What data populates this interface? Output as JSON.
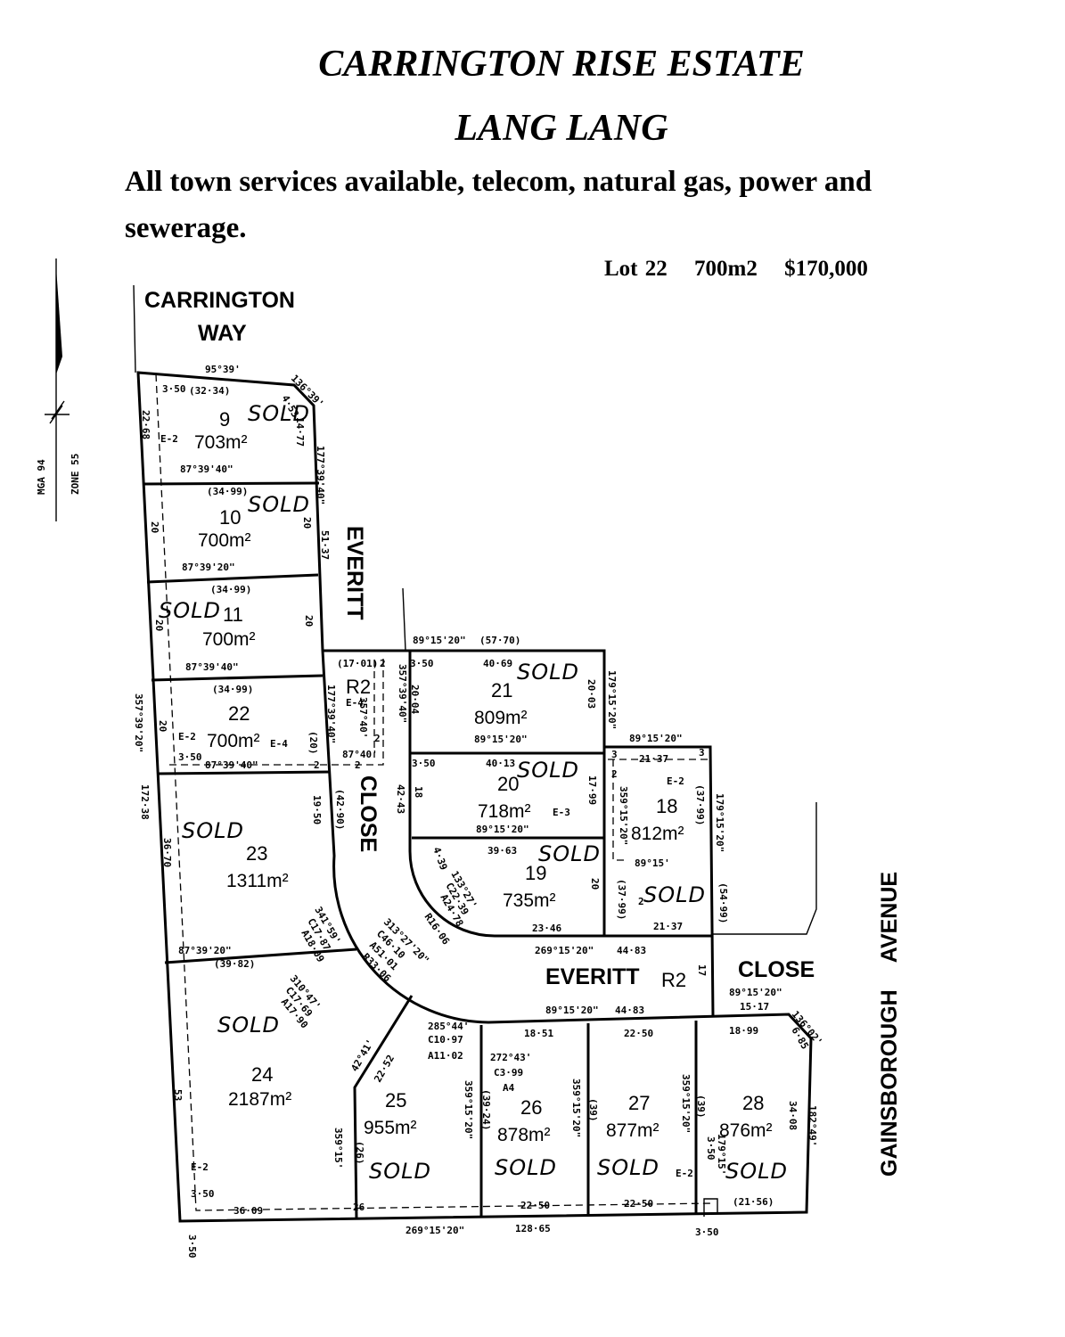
{
  "header": {
    "title": "CARRINGTON RISE ESTATE",
    "subtitle": "LANG LANG",
    "services_line1": "All town services available, telecom, natural gas, power and",
    "services_line2": "sewerage."
  },
  "listing": {
    "lot": "Lot 22",
    "area": "700m2",
    "price": "$170,000"
  },
  "north_arrow": {
    "datum": "MGA 94",
    "zone": "ZONE 55"
  },
  "streets": {
    "carrington_1": "CARRINGTON",
    "carrington_2": "WAY",
    "everitt_vertical": "EVERITT",
    "close_vertical": "CLOSE",
    "everitt_horizontal": "EVERITT",
    "close_horizontal": "CLOSE",
    "gainsborough": "GAINSBOROUGH AVENUE",
    "reserve_road": "R2"
  },
  "reserve": {
    "label": "R2"
  },
  "lots": [
    {
      "number": "9",
      "area": "703m²",
      "status": "SOLD"
    },
    {
      "number": "10",
      "area": "700m²",
      "status": "SOLD"
    },
    {
      "number": "11",
      "area": "700m²",
      "status": "SOLD"
    },
    {
      "number": "22",
      "area": "700m²",
      "status": ""
    },
    {
      "number": "23",
      "area": "1311m²",
      "status": "SOLD"
    },
    {
      "number": "24",
      "area": "2187m²",
      "status": "SOLD"
    },
    {
      "number": "25",
      "area": "955m²",
      "status": "SOLD"
    },
    {
      "number": "26",
      "area": "878m²",
      "status": "SOLD"
    },
    {
      "number": "27",
      "area": "877m²",
      "status": "SOLD"
    },
    {
      "number": "28",
      "area": "876m²",
      "status": "SOLD"
    },
    {
      "number": "21",
      "area": "809m²",
      "status": "SOLD"
    },
    {
      "number": "20",
      "area": "718m²",
      "status": "SOLD"
    },
    {
      "number": "19",
      "area": "735m²",
      "status": "SOLD"
    },
    {
      "number": "18",
      "area": "812m²",
      "status": "SOLD"
    }
  ],
  "dims": [
    "95°39'",
    "3·50",
    "(32·34)",
    "136°39'",
    "4·53",
    "14·77",
    "22·68",
    "E-2",
    "87°39'40\"",
    "177°39'40\"",
    "(34·99)",
    "20",
    "20",
    "51·37",
    "87°39'20\"",
    "(34·99)",
    "20",
    "20",
    "87°39'40\"",
    "(34·99)",
    "20",
    "E-2",
    "3·50",
    "(20)",
    "E-4",
    "87°39'40\"",
    "357°39'20\"",
    "172·38",
    "(17·01)",
    "E-4",
    "177°39'40\"",
    "357°40'",
    "87°40'",
    "357°39'40\"",
    "89°15'20\"",
    "(57·70)",
    "3·50",
    "40·69",
    "20·04",
    "20·03",
    "179°15'20\"",
    "89°15'20\"",
    "89°15'20\"",
    "3·50",
    "40·13",
    "21·37",
    "E-2",
    "18",
    "42·43",
    "17·99",
    "E-3",
    "359°15'20\"",
    "89°15'20\"",
    "(37·99)",
    "179°15'20\"",
    "(42·90)",
    "19·50",
    "39·63",
    "4·39",
    "133°27'",
    "C22·39",
    "A24·78",
    "20",
    "89°15'",
    "(37·99)",
    "(54·99)",
    "R16·06",
    "23·46",
    "21·37",
    "341°59'",
    "C17·87",
    "A18·09",
    "313°27'20\"",
    "C46·10",
    "A51·01",
    "R33·06",
    "269°15'20\"",
    "44·83",
    "17",
    "87°39'20\"",
    "(39·82)",
    "36·70",
    "310°47'",
    "C17·69",
    "A17·90",
    "89°15'20\"",
    "44·83",
    "89°15'20\"",
    "15·17",
    "136°02'",
    "6·85",
    "42°41'",
    "22·52",
    "285°44'",
    "C10·97",
    "A11·02",
    "18·51",
    "272°43'",
    "C3·99",
    "A4",
    "22·50",
    "18·99",
    "359°15'20\"",
    "(39·24)",
    "359°15'20\"",
    "(39)",
    "359°15'20\"",
    "(39)",
    "34·08",
    "182°49'",
    "359°15'",
    "(26)",
    "53",
    "E-2",
    "3·50",
    "36·09",
    "26",
    "22·50",
    "22·50",
    "(21·56)",
    "179°15'",
    "3·50",
    "E-2",
    "269°15'20\"",
    "128·65",
    "3·50",
    "3·50",
    "2",
    "2",
    "2",
    "2",
    "3",
    "3",
    "2",
    "2"
  ]
}
